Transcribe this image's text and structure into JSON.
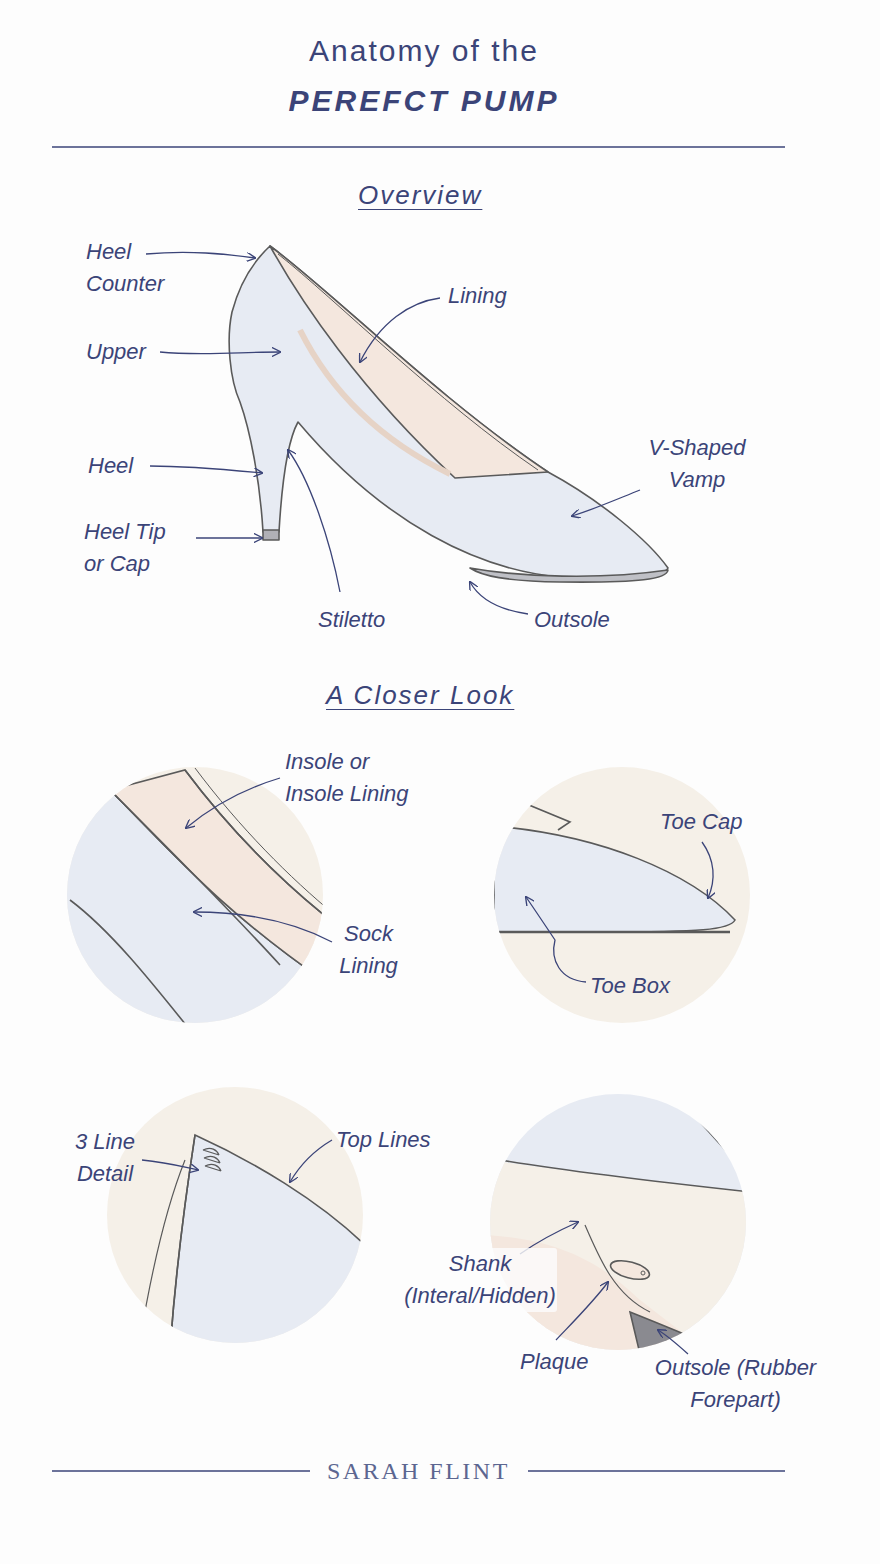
{
  "diagram": {
    "title": "Anatomy of the PEREFCT PUMP",
    "labels": [
      "Overview",
      "Heel Counter",
      "Upper",
      "Heel",
      "Heel Tip or Cap",
      "Lining",
      "V-Shaped Vamp",
      "Stiletto",
      "Outsole",
      "A Closer Look",
      "Insole or Insole Lining",
      "Sock Lining",
      "Toe Cap",
      "Toe Box",
      "3 Line Detail",
      "Top Lines",
      "Shank (Interal/Hidden)",
      "Plaque",
      "Outsole (Rubber Forepart)",
      "SARAH FLINT"
    ]
  }
}
